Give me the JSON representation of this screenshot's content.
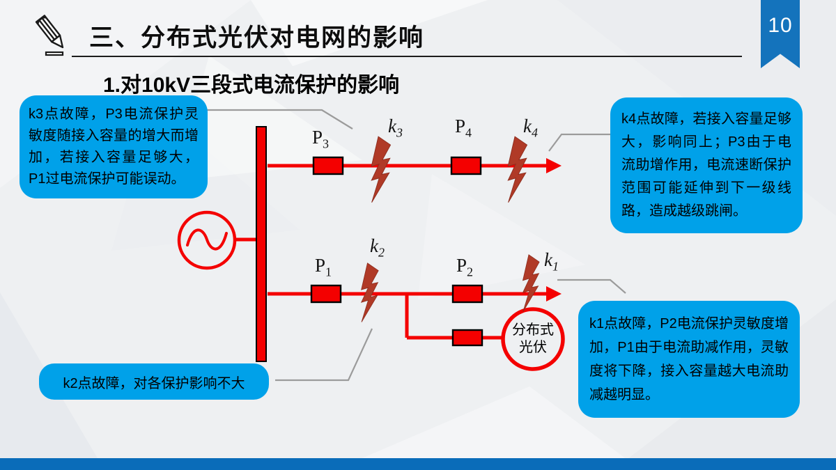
{
  "slide": {
    "page_number": "10",
    "title": "三、分布式光伏对电网的影响",
    "subtitle": "1.对10kV三段式电流保护的影响"
  },
  "callouts": {
    "k3_fault": "k3点故障，P3电流保护灵敏度随接入容量的增大而增加，若接入容量足够大，P1过电流保护可能误动。",
    "k4_fault": "k4点故障，若接入容量足够大，影响同上；P3由于电流助增作用，电流速断保护范围可能延伸到下一级线路，造成越级跳闸。",
    "k2_fault": "k2点故障，对各保护影响不大",
    "k1_fault": "k1点故障，P2电流保护灵敏度增加，P1由于电流助减作用，灵敏度将下降，接入容量越大电流助减越明显。"
  },
  "diagram": {
    "labels": {
      "p1": {
        "base": "P",
        "sub": "1"
      },
      "p2": {
        "base": "P",
        "sub": "2"
      },
      "p3": {
        "base": "P",
        "sub": "3"
      },
      "p4": {
        "base": "P",
        "sub": "4"
      },
      "k1": {
        "base": "k",
        "sub": "1"
      },
      "k2": {
        "base": "k",
        "sub": "2"
      },
      "k3": {
        "base": "k",
        "sub": "3"
      },
      "k4": {
        "base": "k",
        "sub": "4"
      }
    },
    "pv_source": {
      "line1": "分布式",
      "line2": "光伏"
    }
  },
  "colors": {
    "callout_blue": "#00a1e9",
    "ribbon_blue": "#1473bc",
    "footer_blue": "#0a6cb9",
    "circuit_red": "#f40000",
    "bolt_red": "#b03a27",
    "connector_gray": "#9b9b9b"
  }
}
